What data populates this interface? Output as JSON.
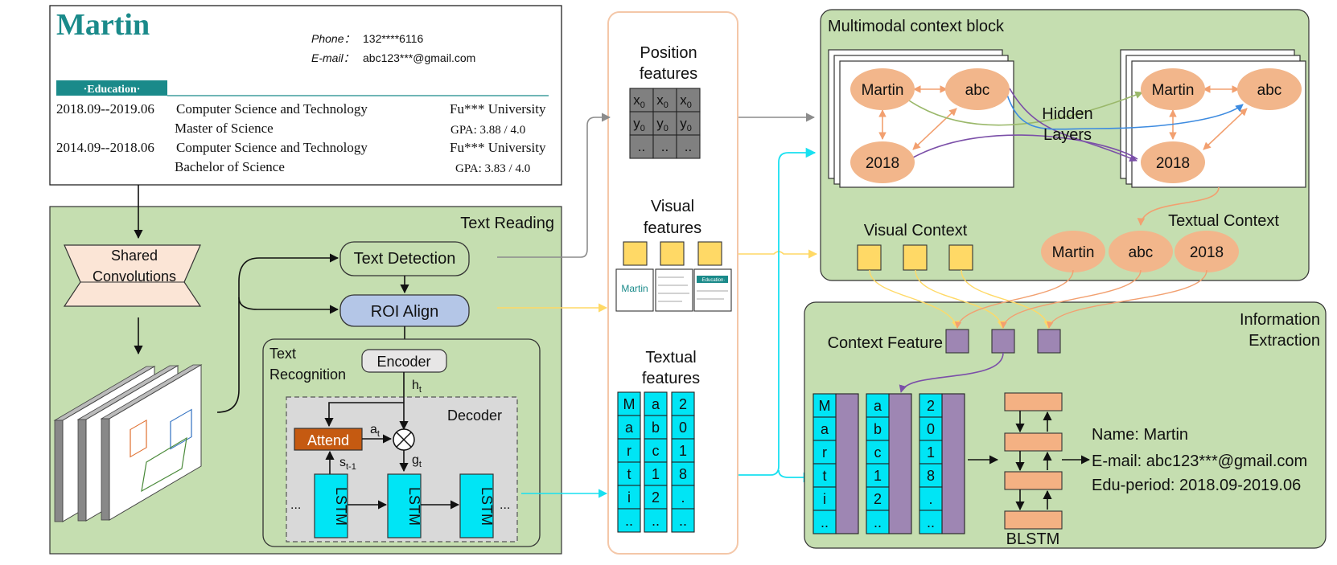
{
  "resume": {
    "name": "Martin",
    "phone_label": "Phone：",
    "phone": "132****6116",
    "email_label": "E-mail：",
    "email": "abc123***@gmail.com",
    "section": "·Education·",
    "rows": [
      {
        "period": "2018.09--2019.06",
        "major": "Computer Science and Technology",
        "school": "Fu*** University"
      },
      {
        "period": "",
        "major": "Master of Science",
        "school": "GPA: 3.88 / 4.0"
      },
      {
        "period": "2014.09--2018.06",
        "major": "Computer Science and Technology",
        "school": "Fu*** University"
      },
      {
        "period": "",
        "major": "Bachelor of Science",
        "school": "GPA: 3.83 / 4.0"
      }
    ]
  },
  "text_reading": {
    "title": "Text Reading",
    "shared_conv": [
      "Shared",
      "Convolutions"
    ],
    "text_detection": "Text Detection",
    "roi_align": "ROI Align",
    "text_recognition": [
      "Text",
      "Recognition"
    ],
    "encoder": "Encoder",
    "decoder": "Decoder",
    "attend": "Attend",
    "h_t": "h",
    "h_sub": "t",
    "a_t": "a",
    "a_sub": "t",
    "g_t": "g",
    "g_sub": "t",
    "s_t1": "s",
    "s_sub": "t-1",
    "lstm": "LSTM",
    "ellipsis": "..."
  },
  "features": {
    "position_title": [
      "Position",
      "features"
    ],
    "position_cells": [
      [
        "x",
        "0"
      ],
      [
        "x",
        "0"
      ],
      [
        "x",
        "0"
      ],
      [
        "y",
        "0"
      ],
      [
        "y",
        "0"
      ],
      [
        "y",
        "0"
      ],
      [
        "..",
        ""
      ],
      [
        "..",
        ""
      ],
      [
        "..",
        ""
      ]
    ],
    "visual_title": [
      "Visual",
      "features"
    ],
    "visual_thumbs": [
      "Martin",
      "",
      "·Education·"
    ],
    "textual_title": [
      "Textual",
      "features"
    ],
    "textual_cols": [
      [
        "M",
        "a",
        "r",
        "t",
        "i",
        ".."
      ],
      [
        "a",
        "b",
        "c",
        "1",
        "2",
        ".."
      ],
      [
        "2",
        "0",
        "1",
        "8",
        ".",
        ".."
      ]
    ]
  },
  "context": {
    "title": "Multimodal context block",
    "nodes": [
      "Martin",
      "abc",
      "2018"
    ],
    "hidden": [
      "Hidden",
      "Layers"
    ],
    "visual_context": "Visual Context",
    "textual_context": "Textual Context"
  },
  "extraction": {
    "title": [
      "Information",
      "Extraction"
    ],
    "context_feature": "Context Feature",
    "cols": [
      [
        "M",
        "a",
        "r",
        "t",
        "i",
        ".."
      ],
      [
        "a",
        "b",
        "c",
        "1",
        "2",
        ".."
      ],
      [
        "2",
        "0",
        "1",
        "8",
        ".",
        ".."
      ]
    ],
    "blstm": "BLSTM",
    "results": [
      "Name: Martin",
      "E-mail: abc123***@gmail.com",
      "Edu-period: 2018.09-2019.06"
    ]
  },
  "colors": {
    "panel_green": "#c5deb0",
    "orange_node": "#f2b68b",
    "cyan": "#00e5f5",
    "yellow": "#ffd966",
    "purple": "#9e86b3",
    "roi_blue": "#b4c6e7",
    "attend_orange": "#c55a11",
    "teal": "#1a8a8a",
    "blstm_salmon": "#f4b183",
    "gray_cell": "#808080"
  }
}
